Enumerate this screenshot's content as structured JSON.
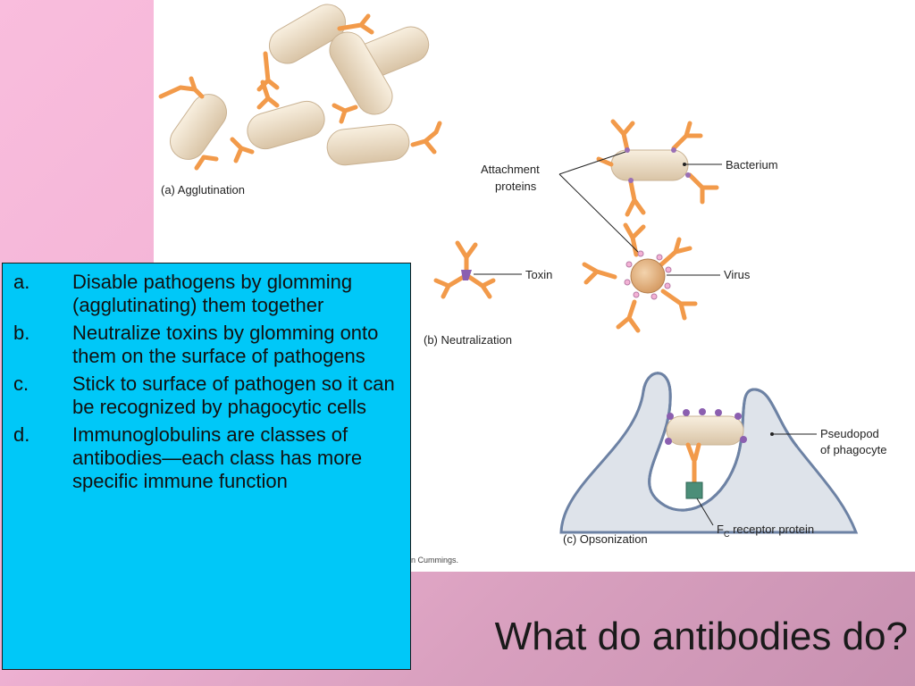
{
  "slide": {
    "title": "What do antibodies do?"
  },
  "bullets": [
    {
      "marker": "a.",
      "text": "Disable pathogens by glomming (agglutinating) them together"
    },
    {
      "marker": "b.",
      "text": "Neutralize toxins by glomming onto them on the surface of pathogens"
    },
    {
      "marker": "c.",
      "text": "Stick to surface of pathogen so it can be recognized by phagocytic cells"
    },
    {
      "marker": "d.",
      "text": "Immunoglobulins are classes of antibodies—each class has more specific immune function"
    }
  ],
  "figure": {
    "panel_a": "(a) Agglutination",
    "panel_b": "(b) Neutralization",
    "panel_c": "(c) Opsonization",
    "attachment_1": "Attachment",
    "attachment_2": "proteins",
    "bacterium": "Bacterium",
    "toxin": "Toxin",
    "virus": "Virus",
    "pseudopod_1": "Pseudopod",
    "pseudopod_2": "of phagocyte",
    "fc_prefix": "F",
    "fc_sub": "C",
    "fc_suffix": " receptor protein",
    "credit": "n Cummings."
  },
  "colors": {
    "antibody": "#f29a4a",
    "bacterium": "#efe0c8",
    "virus": "#e5b98b",
    "bullet_box": "#00c8f8"
  }
}
